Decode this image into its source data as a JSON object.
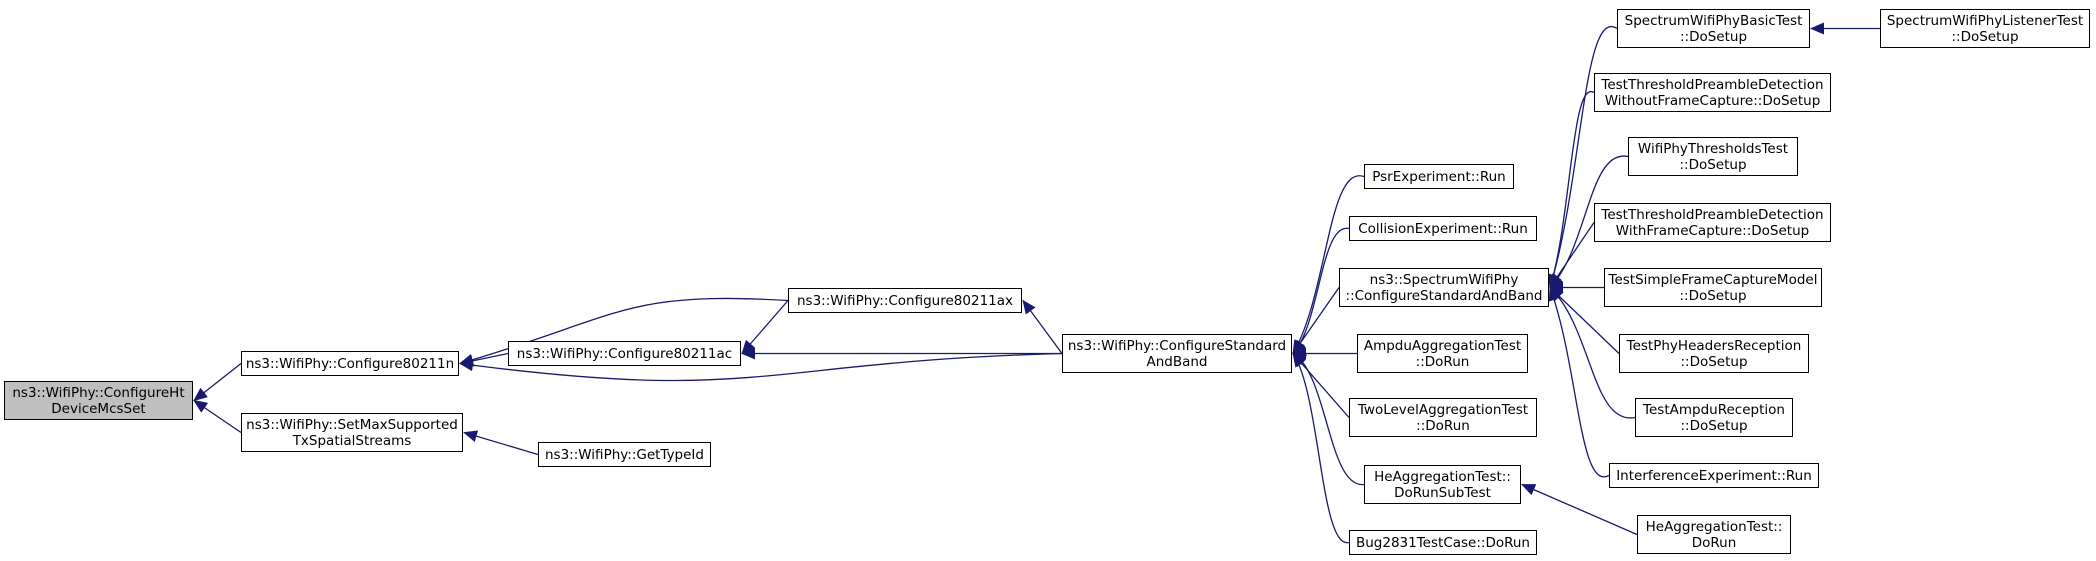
{
  "colors": {
    "edge": "#191970",
    "node_border": "#000000",
    "node_fill": "#ffffff",
    "root_fill": "#bfbfbf"
  },
  "nodes": {
    "configure_ht_device_mcs_set": "ns3::WifiPhy::ConfigureHt\nDeviceMcsSet",
    "configure_80211n": "ns3::WifiPhy::Configure80211n",
    "set_max_supported_tx_spatial_streams": "ns3::WifiPhy::SetMaxSupported\nTxSpatialStreams",
    "configure_80211ac": "ns3::WifiPhy::Configure80211ac",
    "configure_80211ax": "ns3::WifiPhy::Configure80211ax",
    "get_type_id": "ns3::WifiPhy::GetTypeId",
    "configure_standard_and_band": "ns3::WifiPhy::ConfigureStandard\nAndBand",
    "psr_experiment_run": "PsrExperiment::Run",
    "collision_experiment_run": "CollisionExperiment::Run",
    "spectrum_configure_standard_and_band": "ns3::SpectrumWifiPhy\n::ConfigureStandardAndBand",
    "ampdu_aggregation_test_dorun": "AmpduAggregationTest\n::DoRun",
    "two_level_aggregation_test_dorun": "TwoLevelAggregationTest\n::DoRun",
    "he_aggregation_test_dorunsubtest": "HeAggregationTest::\nDoRunSubTest",
    "bug2831_test_case_dorun": "Bug2831TestCase::DoRun",
    "spectrum_wifi_phy_basic_test_dosetup": "SpectrumWifiPhyBasicTest\n::DoSetup",
    "test_threshold_preamble_detection_without_frame_capture": "TestThresholdPreambleDetection\nWithoutFrameCapture::DoSetup",
    "wifi_phy_thresholds_test_dosetup": "WifiPhyThresholdsTest\n::DoSetup",
    "test_threshold_preamble_detection_with_frame_capture": "TestThresholdPreambleDetection\nWithFrameCapture::DoSetup",
    "test_simple_frame_capture_model_dosetup": "TestSimpleFrameCaptureModel\n::DoSetup",
    "test_phy_headers_reception_dosetup": "TestPhyHeadersReception\n::DoSetup",
    "test_ampdu_reception_dosetup": "TestAmpduReception\n::DoSetup",
    "interference_experiment_run": "InterferenceExperiment::Run",
    "he_aggregation_test_dorun": "HeAggregationTest::\nDoRun",
    "spectrum_wifi_phy_listener_test_dosetup": "SpectrumWifiPhyListenerTest\n::DoSetup"
  },
  "edges": [
    [
      "configure_80211n",
      "configure_ht_device_mcs_set"
    ],
    [
      "set_max_supported_tx_spatial_streams",
      "configure_ht_device_mcs_set"
    ],
    [
      "configure_80211ac",
      "configure_80211n"
    ],
    [
      "configure_80211ax",
      "configure_80211n"
    ],
    [
      "configure_standard_and_band",
      "configure_80211n"
    ],
    [
      "get_type_id",
      "set_max_supported_tx_spatial_streams"
    ],
    [
      "configure_80211ax",
      "configure_80211ac"
    ],
    [
      "configure_standard_and_band",
      "configure_80211ac"
    ],
    [
      "configure_standard_and_band",
      "configure_80211ax"
    ],
    [
      "psr_experiment_run",
      "configure_standard_and_band"
    ],
    [
      "collision_experiment_run",
      "configure_standard_and_band"
    ],
    [
      "spectrum_configure_standard_and_band",
      "configure_standard_and_band"
    ],
    [
      "ampdu_aggregation_test_dorun",
      "configure_standard_and_band"
    ],
    [
      "two_level_aggregation_test_dorun",
      "configure_standard_and_band"
    ],
    [
      "he_aggregation_test_dorunsubtest",
      "configure_standard_and_band"
    ],
    [
      "bug2831_test_case_dorun",
      "configure_standard_and_band"
    ],
    [
      "spectrum_wifi_phy_basic_test_dosetup",
      "spectrum_configure_standard_and_band"
    ],
    [
      "test_threshold_preamble_detection_without_frame_capture",
      "spectrum_configure_standard_and_band"
    ],
    [
      "wifi_phy_thresholds_test_dosetup",
      "spectrum_configure_standard_and_band"
    ],
    [
      "test_threshold_preamble_detection_with_frame_capture",
      "spectrum_configure_standard_and_band"
    ],
    [
      "test_simple_frame_capture_model_dosetup",
      "spectrum_configure_standard_and_band"
    ],
    [
      "test_phy_headers_reception_dosetup",
      "spectrum_configure_standard_and_band"
    ],
    [
      "test_ampdu_reception_dosetup",
      "spectrum_configure_standard_and_band"
    ],
    [
      "interference_experiment_run",
      "spectrum_configure_standard_and_band"
    ],
    [
      "he_aggregation_test_dorun",
      "he_aggregation_test_dorunsubtest"
    ],
    [
      "spectrum_wifi_phy_listener_test_dosetup",
      "spectrum_wifi_phy_basic_test_dosetup"
    ]
  ]
}
